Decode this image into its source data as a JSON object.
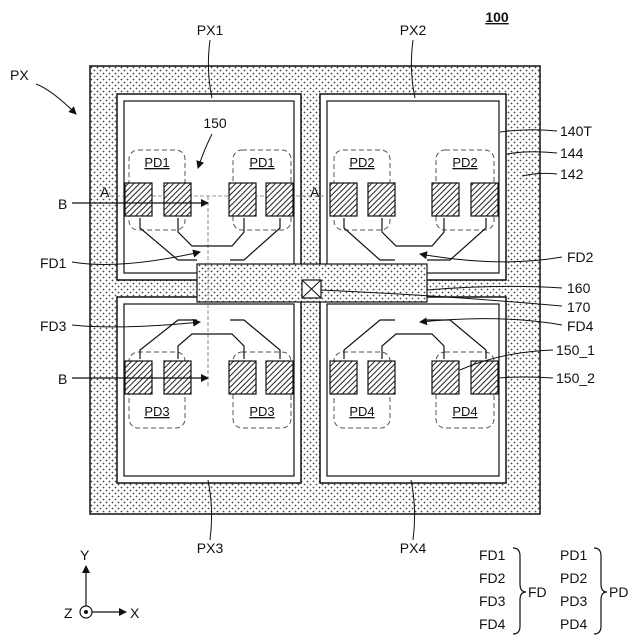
{
  "figure": {
    "ref_number": "100",
    "pixel_group": "PX",
    "pixels": {
      "px1": "PX1",
      "px2": "PX2",
      "px3": "PX3",
      "px4": "PX4"
    },
    "photodiodes": {
      "pd1": "PD1",
      "pd2": "PD2",
      "pd3": "PD3",
      "pd4": "PD4"
    },
    "floating_diffusions": {
      "fd1": "FD1",
      "fd2": "FD2",
      "fd3": "FD3",
      "fd4": "FD4"
    },
    "reference_numerals": {
      "r140t": "140T",
      "r144": "144",
      "r142": "142",
      "r150": "150",
      "r160": "160",
      "r170": "170",
      "r150_1": "150_1",
      "r150_2": "150_2"
    },
    "section_markers": {
      "b": "B",
      "a": "A"
    },
    "axes": {
      "y": "Y",
      "x": "X",
      "z": "Z"
    },
    "legend": {
      "fd_items": [
        "FD1",
        "FD2",
        "FD3",
        "FD4"
      ],
      "fd_group": "FD",
      "pd_items": [
        "PD1",
        "PD2",
        "PD3",
        "PD4"
      ],
      "pd_group": "PD"
    }
  }
}
